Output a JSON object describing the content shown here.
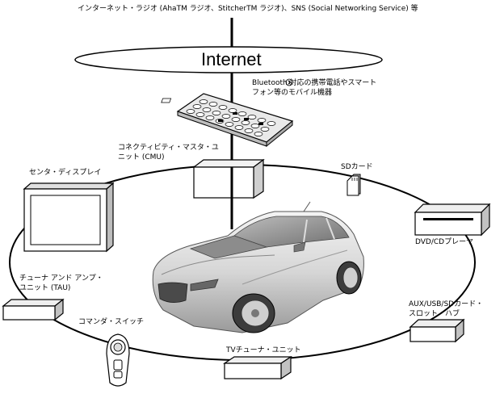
{
  "top_caption": "インターネット・ラジオ (AhaTM ラジオ、StitcherTM ラジオ)、SNS (Social Networking Service) 等",
  "internet_label": "Internet",
  "mobile_label": {
    "line1": "Bluetooth 対応の携帯電話やスマート",
    "line2": "フォン等のモバイル機器"
  },
  "cmu_label": {
    "line1": "コネクティビティ・マスタ・ユ",
    "line2": "ニット (CMU)"
  },
  "sd_card_label": "SDカード",
  "center_display_label": "センタ・ディスプレイ",
  "dvd_label": "DVD/CDプレーヤ",
  "tau_label": {
    "line1": "チューナ アンド アンプ・",
    "line2": "ユニット (TAU)"
  },
  "aux_hub_label": {
    "line1": "AUX/USB/SDカード・",
    "line2": "スロット・ハブ"
  },
  "commander_label": "コマンダ・スイッチ",
  "tv_tuner_label": "TVチューナ・ユニット"
}
